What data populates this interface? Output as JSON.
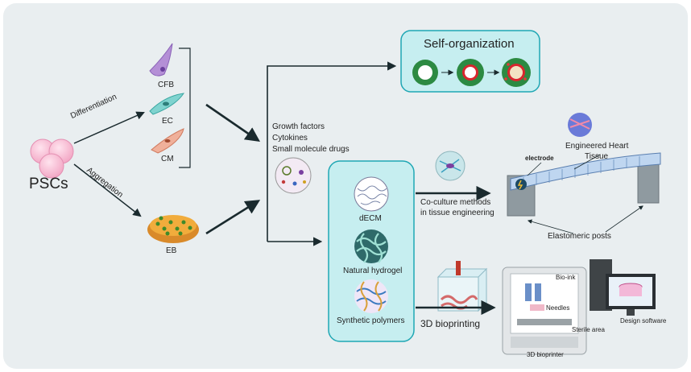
{
  "source": {
    "title": "PSCs",
    "pathways": [
      "Differentiation",
      "Aggregation"
    ],
    "cell_types": [
      "CFB",
      "EC",
      "CM"
    ],
    "aggregate": "EB"
  },
  "factors": [
    "Growth factors",
    "Cytokines",
    "Small molecule drugs"
  ],
  "self_organization": {
    "title": "Self-organization"
  },
  "scaffolds": [
    "dECM",
    "Natural hydrogel",
    "Synthetic polymers"
  ],
  "coculture": {
    "label_line1": "Co-culture methods",
    "label_line2": "in tissue engineering"
  },
  "eht": {
    "title_line1": "Engineered Heart",
    "title_line2": "Tissue",
    "electrode": "electrode",
    "posts": "Elastomeric posts"
  },
  "bioprinting": {
    "label": "3D bioprinting",
    "bio_ink": "Bio-ink",
    "needles": "Needles",
    "sterile_area": "Sterile area",
    "printer": "3D bioprinter",
    "software": "Design software"
  },
  "colors": {
    "background": "#e9eef0",
    "panel": "#c6eef0",
    "panel_border": "#1fa7b4",
    "arrow": "#1a2a2e"
  }
}
